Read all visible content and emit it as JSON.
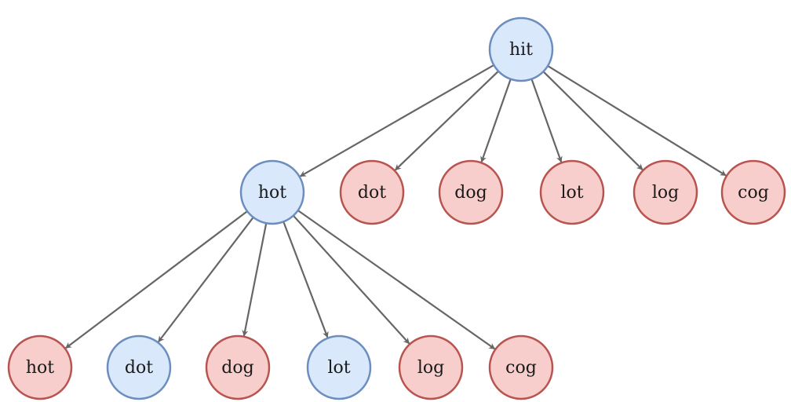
{
  "colors": {
    "selected_fill": "#dae8fc",
    "selected_stroke": "#6c8ebf",
    "unselected_fill": "#f8cecc",
    "unselected_stroke": "#b85450",
    "edge": "#666666"
  },
  "nodes": [
    {
      "id": "n0",
      "label": "hit",
      "state": "selected"
    },
    {
      "id": "n1",
      "label": "hot",
      "state": "selected"
    },
    {
      "id": "n2",
      "label": "dot",
      "state": "unselected"
    },
    {
      "id": "n3",
      "label": "dog",
      "state": "unselected"
    },
    {
      "id": "n4",
      "label": "lot",
      "state": "unselected"
    },
    {
      "id": "n5",
      "label": "log",
      "state": "unselected"
    },
    {
      "id": "n6",
      "label": "cog",
      "state": "unselected"
    },
    {
      "id": "n7",
      "label": "hot",
      "state": "unselected"
    },
    {
      "id": "n8",
      "label": "dot",
      "state": "selected"
    },
    {
      "id": "n9",
      "label": "dog",
      "state": "unselected"
    },
    {
      "id": "n10",
      "label": "lot",
      "state": "selected"
    },
    {
      "id": "n11",
      "label": "log",
      "state": "unselected"
    },
    {
      "id": "n12",
      "label": "cog",
      "state": "unselected"
    }
  ],
  "edges": [
    [
      "n0",
      "n1"
    ],
    [
      "n0",
      "n2"
    ],
    [
      "n0",
      "n3"
    ],
    [
      "n0",
      "n4"
    ],
    [
      "n0",
      "n5"
    ],
    [
      "n0",
      "n6"
    ],
    [
      "n1",
      "n7"
    ],
    [
      "n1",
      "n8"
    ],
    [
      "n1",
      "n9"
    ],
    [
      "n1",
      "n10"
    ],
    [
      "n1",
      "n11"
    ],
    [
      "n1",
      "n12"
    ]
  ]
}
